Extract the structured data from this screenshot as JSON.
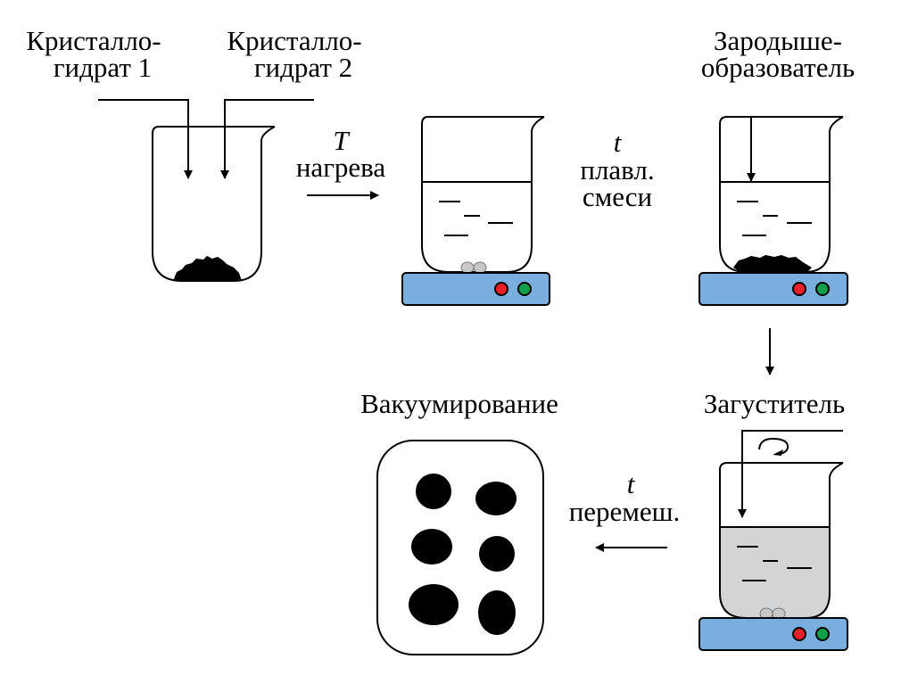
{
  "labels": {
    "crystal1_line1": "Кристалло-",
    "crystal1_line2": "гидрат 1",
    "crystal2_line1": "Кристалло-",
    "crystal2_line2": "гидрат 2",
    "step1_var": "T",
    "step1_text": "нагрева",
    "step2_var": "t",
    "step2_line1": "плавл.",
    "step2_line2": "смеси",
    "nucleator_line1": "Зародыше-",
    "nucleator_line2": "образователь",
    "thickener": "Загуститель",
    "step3_var": "t",
    "step3_text": "перемеш.",
    "vacuum": "Вакуумирование"
  },
  "colors": {
    "hotplate": "#7aaede",
    "button_red": "#e8202a",
    "button_green": "#0f9e4a",
    "stir_bar": "#c8c8c8",
    "thick_liquid": "#d3d4d6",
    "ink": "#000000"
  }
}
